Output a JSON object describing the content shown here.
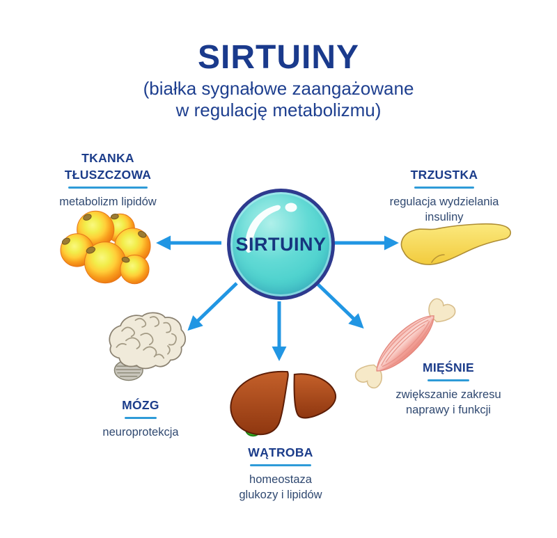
{
  "title": "SIRTUINY",
  "subtitle": {
    "line1": "(białka sygnałowe zaangażowane",
    "line2": "w regulację metabolizmu)"
  },
  "center_bubble": {
    "label": "SIRTUINY"
  },
  "nodes": {
    "adipose": {
      "heading1": "TKANKA",
      "heading2": "TŁUSZCZOWA",
      "desc1": "metabolizm lipidów",
      "icon": "fat-cells-icon"
    },
    "pancreas": {
      "heading": "TRZUSTKA",
      "desc1": "regulacja wydzielania",
      "desc2": "insuliny",
      "icon": "pancreas-icon"
    },
    "brain": {
      "heading": "MÓZG",
      "desc1": "neuroprotekcja",
      "icon": "brain-icon"
    },
    "liver": {
      "heading": "WĄTROBA",
      "desc1": "homeostaza",
      "desc2": "glukozy i lipidów",
      "icon": "liver-icon"
    },
    "muscles": {
      "heading": "MIĘŚNIE",
      "desc1": "zwiększanie zakresu",
      "desc2": "naprawy i funkcji",
      "icon": "muscle-icon"
    }
  },
  "colors": {
    "heading_navy": "#1B3C8A",
    "body_navy": "#2F4870",
    "underline_blue": "#2E9BD8",
    "arrow_blue": "#2196E3",
    "bubble_teal": "#55D6D1",
    "bubble_border_navy": "#2E3A8E"
  }
}
